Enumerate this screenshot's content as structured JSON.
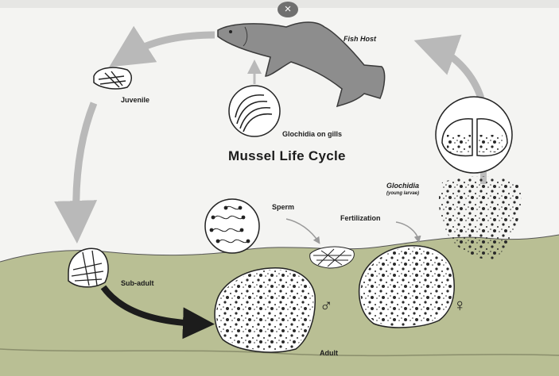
{
  "ui": {
    "close_glyph": "×",
    "close_icon": "close-icon"
  },
  "diagram": {
    "title": "Mussel Life Cycle",
    "labels": {
      "fish_host": "Fish Host",
      "juvenile": "Juvenile",
      "glochidia_on_gills": "Glochidia on gills",
      "glochidia": "Glochidia",
      "young_larvae": "(young larvae)",
      "sperm": "Sperm",
      "fertilization": "Fertilization",
      "sub_adult": "Sub-adult",
      "adult": "Adult",
      "male_symbol": "♂",
      "female_symbol": "♀"
    },
    "colors": {
      "ground": "#b9bf94",
      "arrow_gray": "#b9b9b9",
      "ink": "#1c1c1c",
      "fish": "#8d8d8d"
    }
  }
}
